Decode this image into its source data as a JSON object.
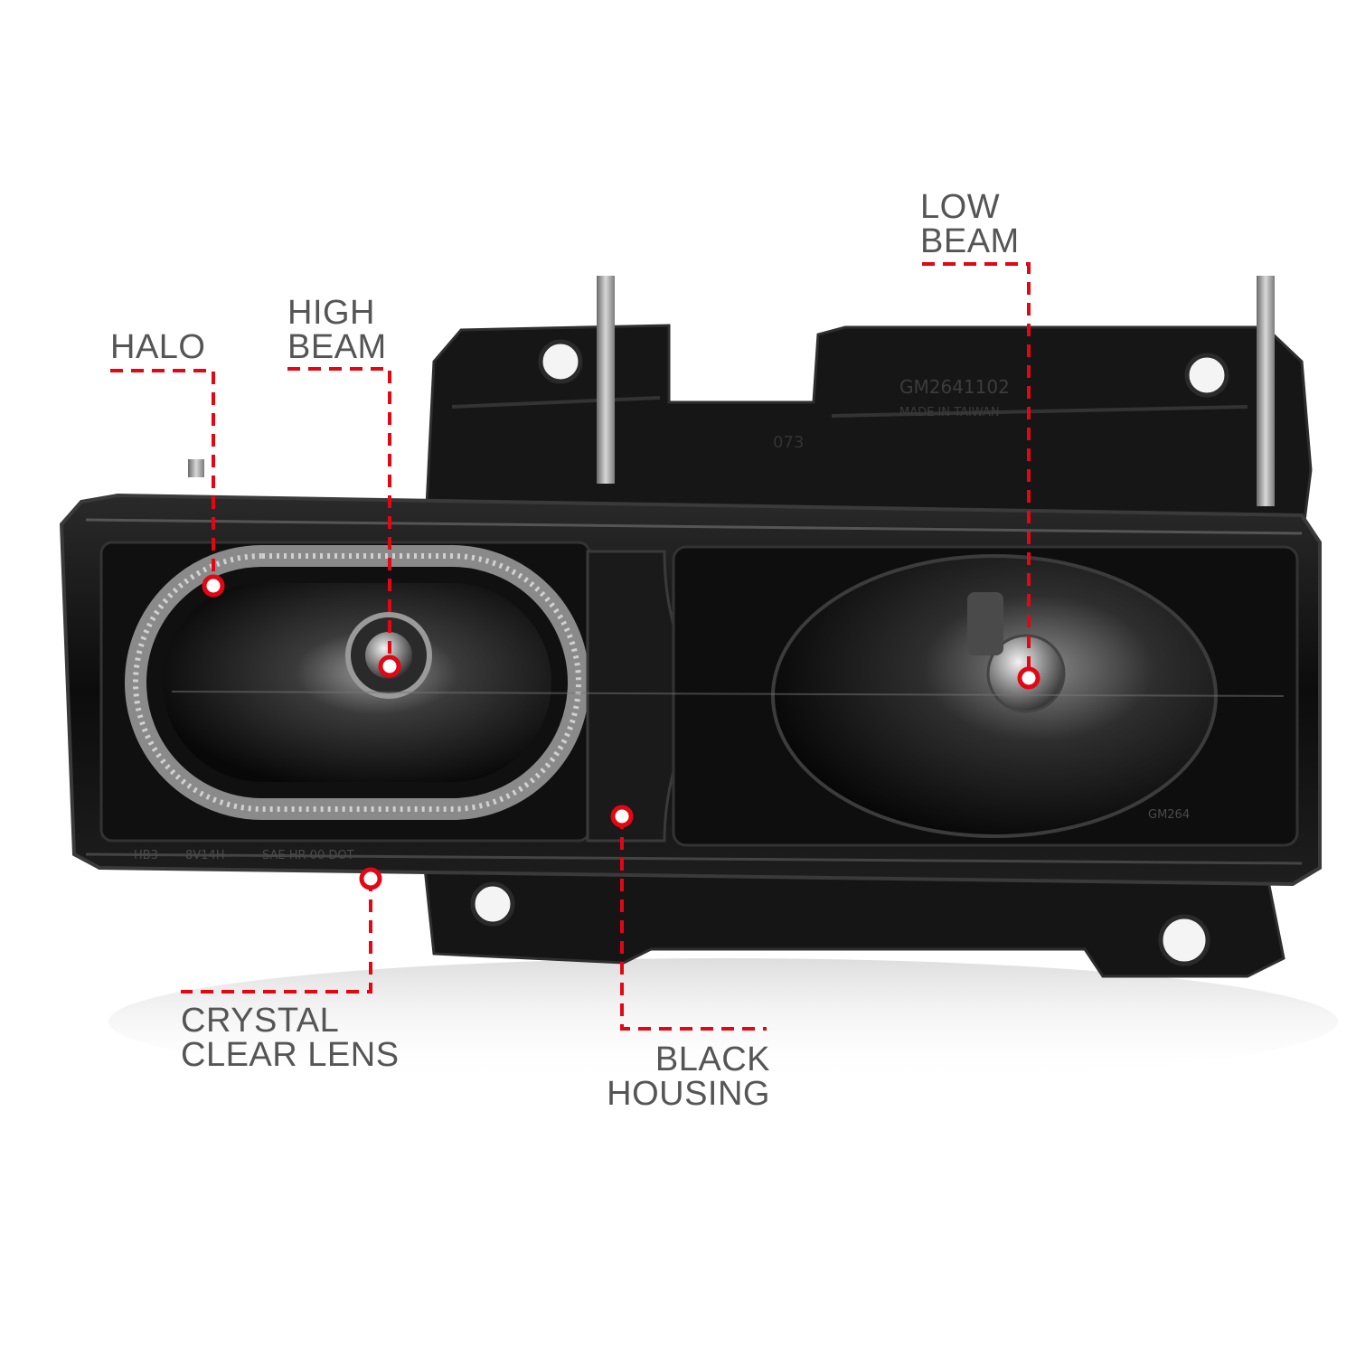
{
  "callouts": {
    "halo": {
      "line1": "HALO"
    },
    "high_beam": {
      "line1": "HIGH",
      "line2": "BEAM"
    },
    "low_beam": {
      "line1": "LOW",
      "line2": "BEAM"
    },
    "lens": {
      "line1": "CRYSTAL",
      "line2": "CLEAR LENS"
    },
    "housing": {
      "line1": "BLACK",
      "line2": "HOUSING"
    }
  },
  "housing_stamps": {
    "part_number": "GM2641102",
    "origin": "MADE IN TAIWAN",
    "code": "073",
    "lens_codes": [
      "HB3",
      "8V14H",
      "SAE HR 00 DOT"
    ],
    "right_code": "GM264"
  },
  "colors": {
    "accent_red": "#e30613",
    "label_gray": "#555555",
    "housing": "#111111",
    "background": "#ffffff"
  }
}
